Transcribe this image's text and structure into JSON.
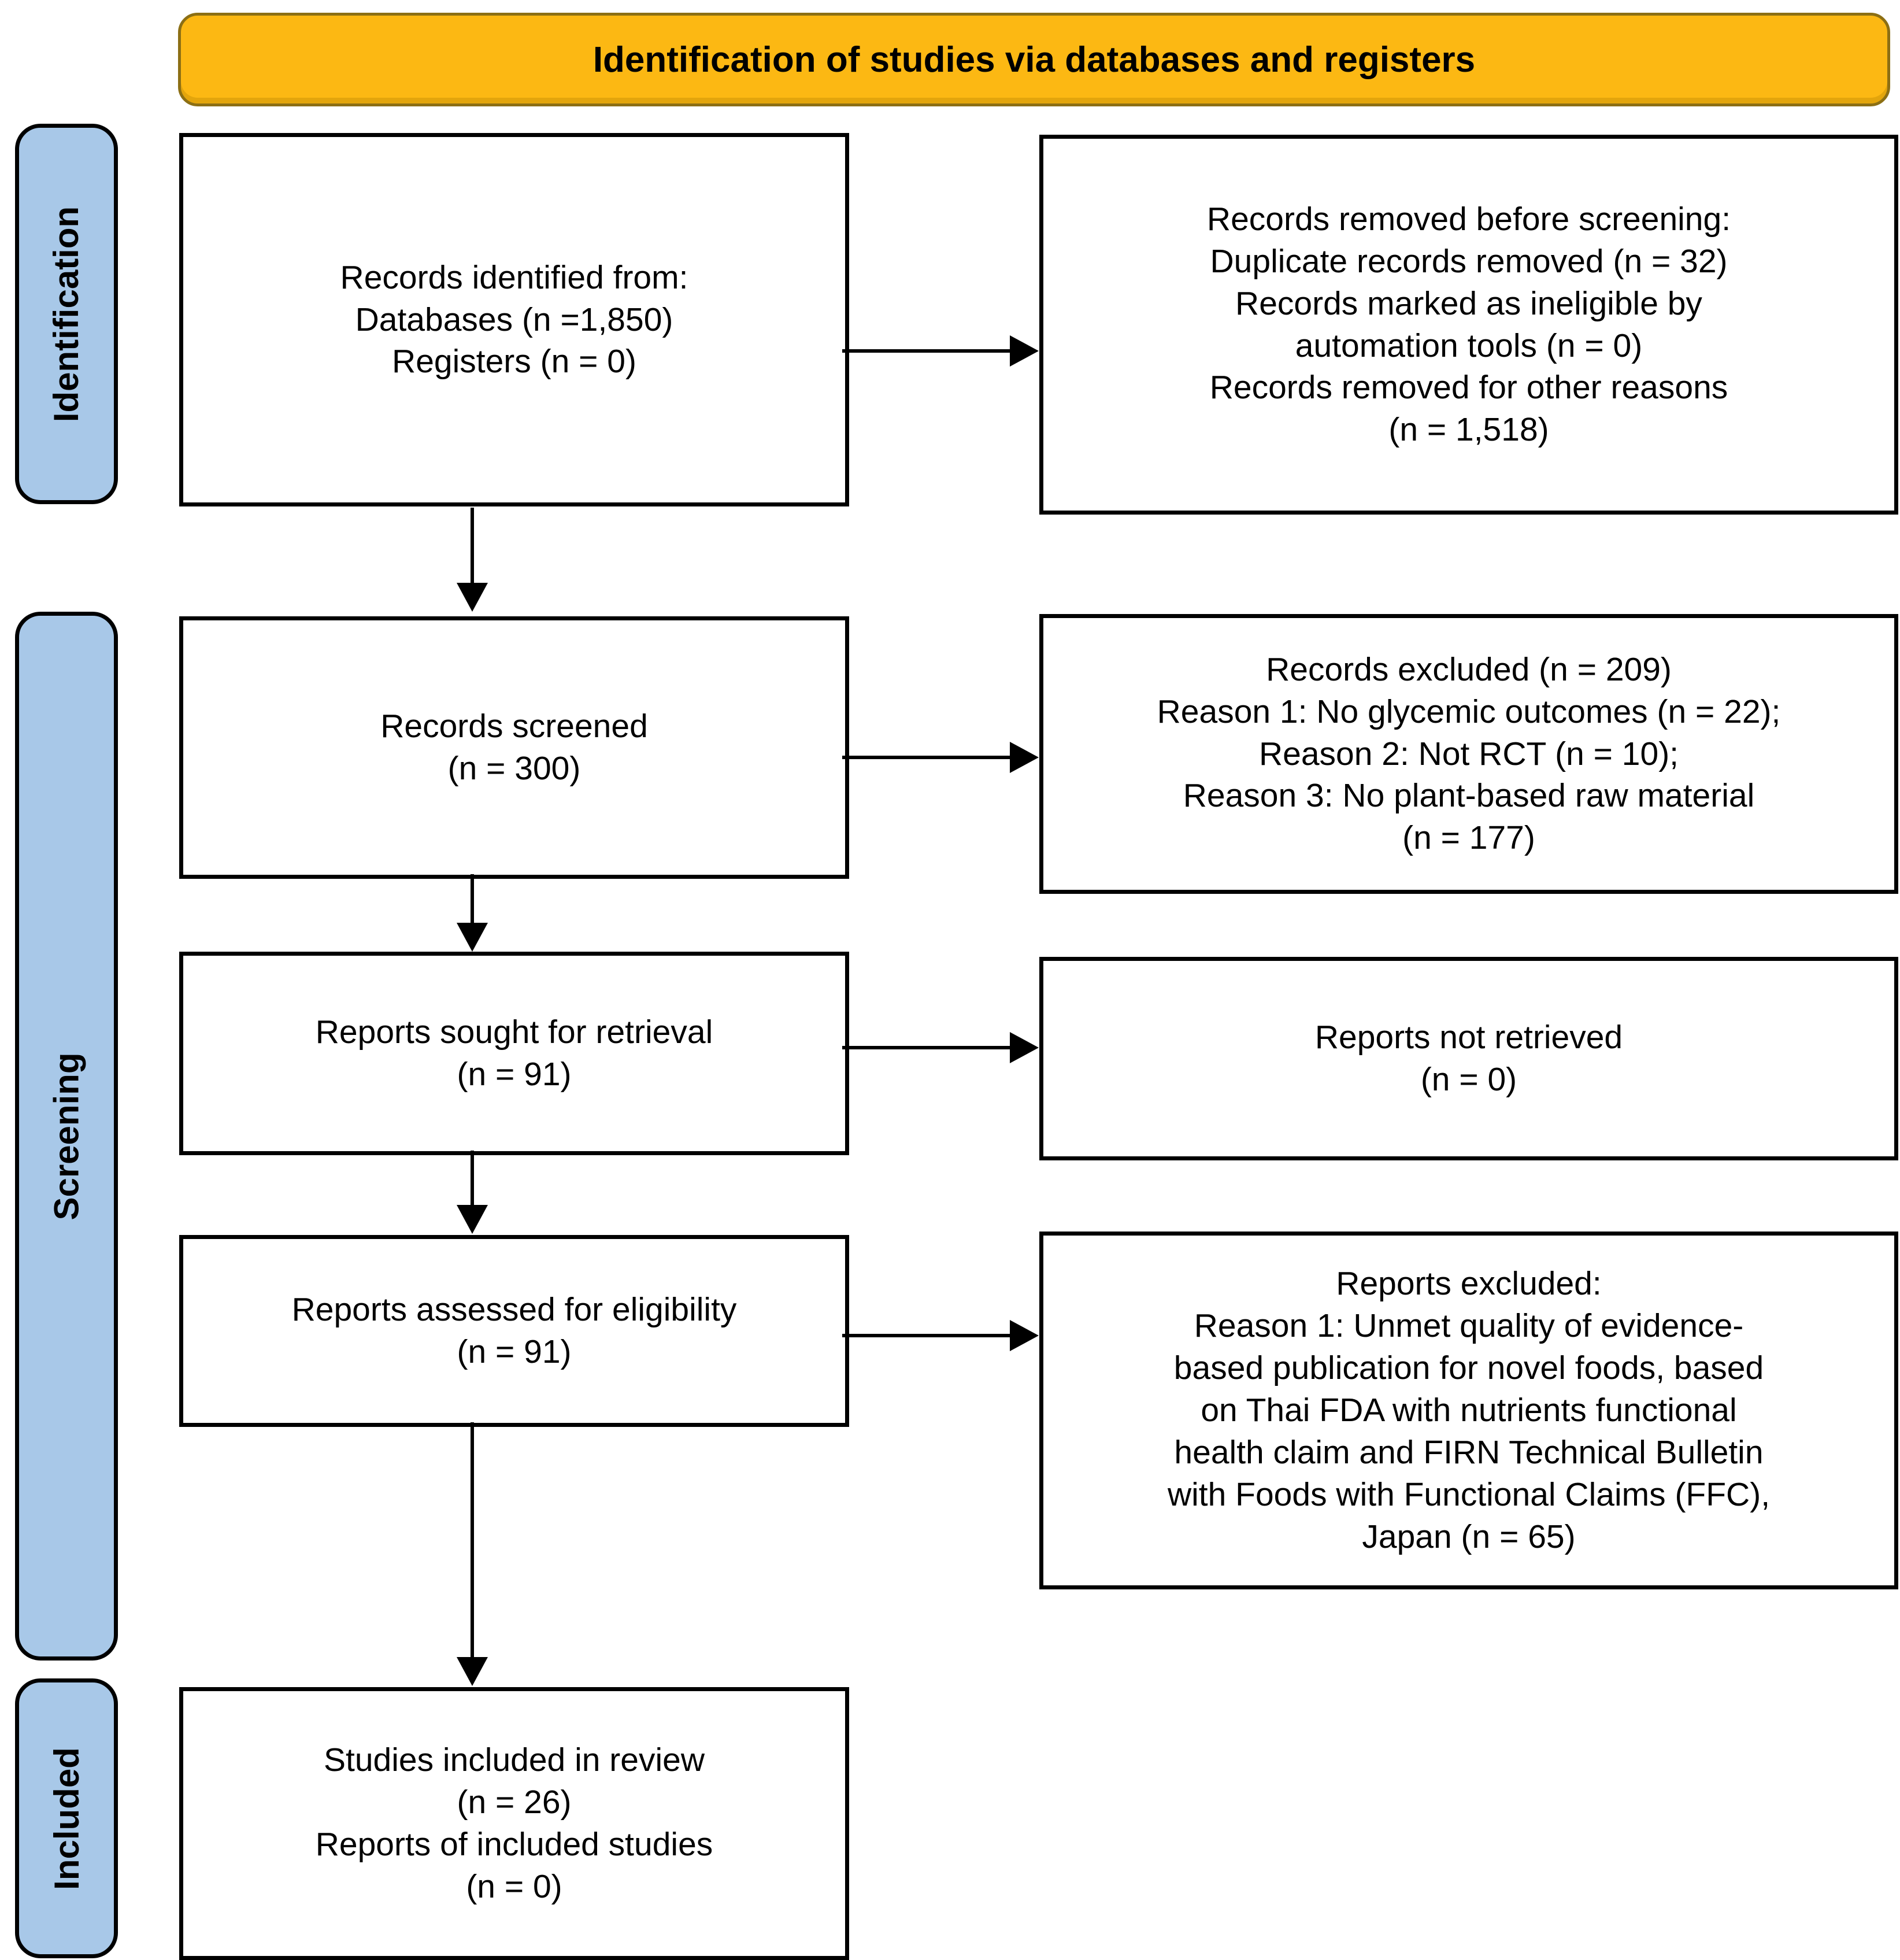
{
  "banner": {
    "label": "Identification of studies via databases and registers"
  },
  "stages": {
    "identification": {
      "label": "Identification"
    },
    "screening": {
      "label": "Screening"
    },
    "included": {
      "label": "Included"
    }
  },
  "boxes": {
    "records_identified": {
      "lines": [
        "Records identified from:",
        "Databases (n =1,850)",
        "Registers (n = 0)"
      ]
    },
    "records_removed": {
      "lines": [
        "Records removed before screening:",
        "Duplicate records removed (n = 32)",
        "Records marked as ineligible by",
        "automation tools (n = 0)",
        "Records removed for other reasons",
        "(n = 1,518)"
      ]
    },
    "records_screened": {
      "lines": [
        "Records screened",
        "(n = 300)"
      ]
    },
    "records_excluded": {
      "lines": [
        "Records excluded (n = 209)",
        "Reason 1: No glycemic outcomes (n = 22);",
        "Reason 2: Not RCT (n = 10);",
        "Reason 3: No plant-based raw material",
        "(n = 177)"
      ]
    },
    "reports_sought": {
      "lines": [
        "Reports sought for retrieval",
        "(n = 91)"
      ]
    },
    "reports_not_retrieved": {
      "lines": [
        "Reports not retrieved",
        "(n = 0)"
      ]
    },
    "reports_assessed": {
      "lines": [
        "Reports assessed for eligibility",
        "(n = 91)"
      ]
    },
    "reports_excluded": {
      "lines": [
        "Reports excluded:",
        "Reason 1: Unmet quality of evidence-",
        "based publication for novel foods, based",
        "on Thai FDA with nutrients functional",
        "health claim and FIRN Technical Bulletin",
        "with Foods with Functional Claims (FFC),",
        "Japan (n = 65)"
      ]
    },
    "studies_included": {
      "lines": [
        "Studies included in review",
        "(n = 26)",
        "Reports of included studies",
        "(n = 0)"
      ]
    }
  },
  "colors": {
    "banner_bg": "#FCB813",
    "banner_border": "#8C6F14",
    "stage_bg": "#A8C8E8",
    "box_border": "#000000",
    "arrow": "#000000"
  }
}
